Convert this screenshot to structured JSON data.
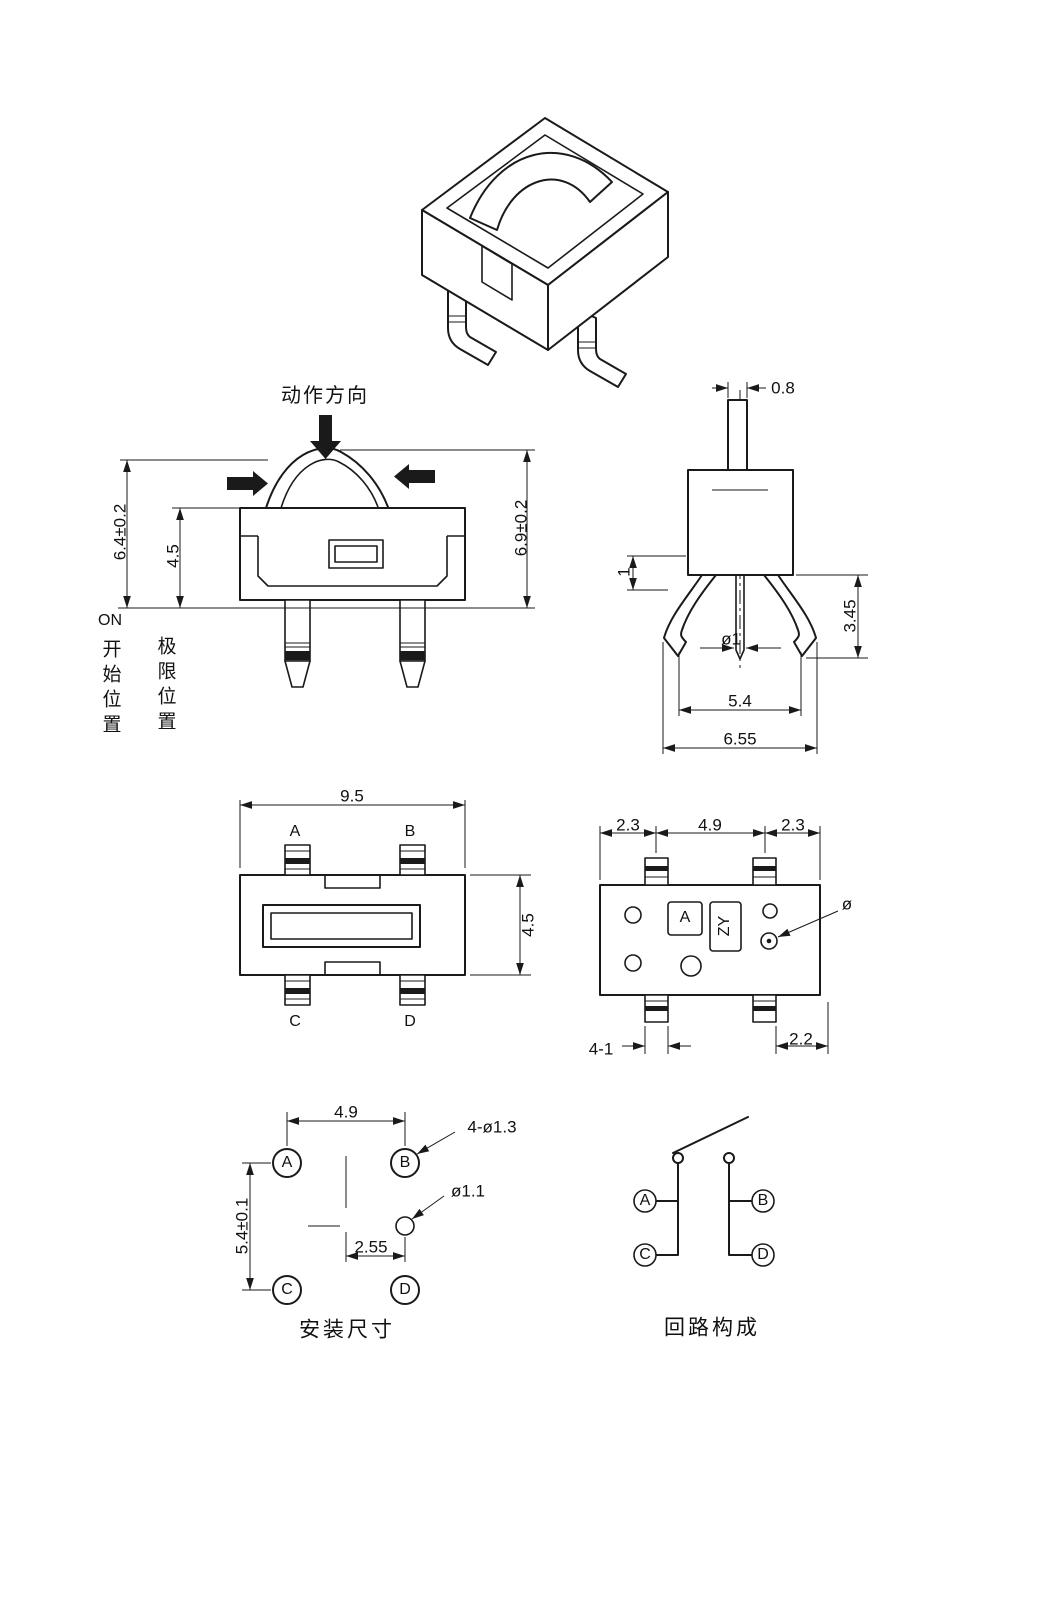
{
  "colors": {
    "line": "#1a1a1a",
    "background": "#ffffff"
  },
  "front_view": {
    "action_direction_label": "动作方向",
    "dim_height_on": "6.4±0.2",
    "dim_height_limit": "4.5",
    "dim_height_free": "6.9±0.2",
    "on_label": "ON",
    "start_position_label": "开始位置",
    "limit_position_label": "极限位置"
  },
  "side_view": {
    "dim_stem_width": "0.8",
    "dim_step": "1",
    "dim_pin_dia": "ø1",
    "dim_leg_height": "3.45",
    "dim_span_inner": "5.4",
    "dim_span_outer": "6.55"
  },
  "top_view": {
    "dim_width": "9.5",
    "dim_depth": "4.5",
    "terminal_a": "A",
    "terminal_b": "B",
    "terminal_c": "C",
    "terminal_d": "D"
  },
  "bottom_view": {
    "dim_left": "2.3",
    "dim_pitch": "4.9",
    "dim_right": "2.3",
    "marking_a": "A",
    "marking_zy": "ZY",
    "dia_symbol": "ø",
    "dim_terminal_width": "4-1",
    "dim_edge": "2.2"
  },
  "mounting_view": {
    "dim_pitch_x": "4.9",
    "dim_holes": "4-ø1.3",
    "dim_center_hole": "ø1.1",
    "dim_pitch_y": "5.4±0.1",
    "dim_center_offset": "2.55",
    "pad_a": "A",
    "pad_b": "B",
    "pad_c": "C",
    "pad_d": "D",
    "caption": "安装尺寸"
  },
  "circuit_view": {
    "terminal_a": "A",
    "terminal_b": "B",
    "terminal_c": "C",
    "terminal_d": "D",
    "caption": "回路构成"
  }
}
